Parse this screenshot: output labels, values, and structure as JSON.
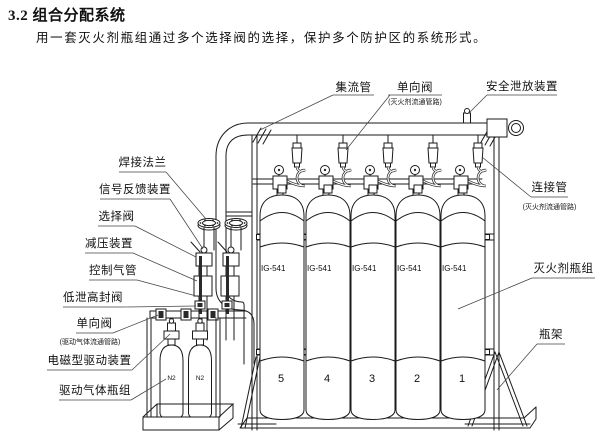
{
  "page": {
    "heading": "3.2 组合分配系统",
    "description": "用一套灭火剂瓶组通过多个选择阀的选择，保护多个防护区的系统形式。"
  },
  "diagram": {
    "line_color": "#1a1a1a",
    "labels": {
      "manifold": "集流管",
      "check_valve_agent": "单向阀",
      "check_valve_agent_sub": "(灭火剂流通管路)",
      "safety_relief": "安全泄放装置",
      "welding_flange": "焊接法兰",
      "signal_feedback": "信号反馈装置",
      "selector_valve": "选择阀",
      "pressure_reducer": "减压装置",
      "control_gas_pipe": "控制气管",
      "low_leak_high_seal": "低泄高封阀",
      "check_valve_drive": "单向阀",
      "check_valve_drive_sub": "(驱动气体流通管路)",
      "solenoid_drive": "电磁型驱动装置",
      "drive_gas_bottles": "驱动气体瓶组",
      "connecting_pipe": "连接管",
      "connecting_pipe_sub": "(灭火剂流通管路)",
      "agent_bottles": "灭火剂瓶组",
      "bottle_rack": "瓶架"
    },
    "cylinders": [
      {
        "label": "IG-541",
        "number": "5"
      },
      {
        "label": "IG-541",
        "number": "4"
      },
      {
        "label": "IG-541",
        "number": "3"
      },
      {
        "label": "IG-541",
        "number": "2"
      },
      {
        "label": "IG-541",
        "number": "1"
      }
    ],
    "drive_bottles": [
      {
        "label": "N2"
      },
      {
        "label": "N2"
      }
    ]
  }
}
